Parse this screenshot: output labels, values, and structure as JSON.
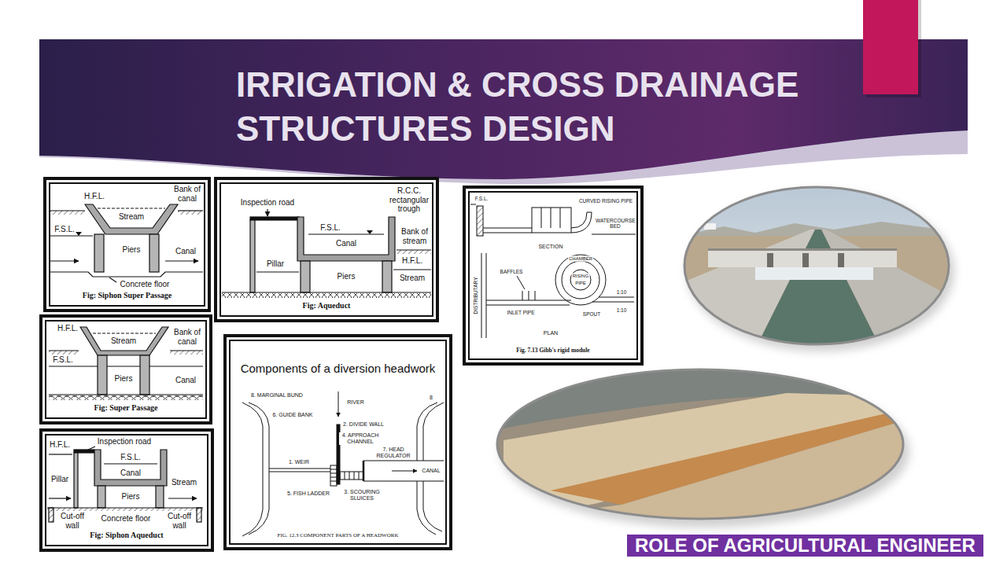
{
  "diagram": {
    "title": "IRRIGATION & CROSS DRAINAGE STRUCTURES DESIGN",
    "nodes": [
      {
        "text": [
          "Fig: Siphon Super Passage"
        ]
      },
      {
        "text": [
          "Fig: Aqueduct"
        ]
      },
      {
        "text": [
          "Fig. 7.13 Gibb's rigid module"
        ]
      },
      {
        "text": [
          "Fig: Super Passage"
        ]
      },
      {
        "text": [
          "Components of a diversion headwork",
          "FIG. 12.3 COMPONENT PARTS OF A HEADWORK"
        ]
      },
      {
        "text": [
          "Fig: Siphon Aqueduct"
        ]
      },
      {
        "text": [
          "ROLE OF AGRICULTURAL ENGINEER"
        ]
      }
    ],
    "labels": [
      "H.F.L.",
      "Stream",
      "Bank of canal",
      "F.S.L.",
      "Piers",
      "Canal",
      "Concrete floor",
      "Inspection road",
      "R.C.C. rectangular trough",
      "F.S.L.",
      "Canal",
      "Bank of stream",
      "Pillar",
      "H.F.L.",
      "Piers",
      "Stream",
      "F.S.L.",
      "CURVED RISING PIPE",
      "WATERCOURSE BED",
      "SECTION",
      "BAFFLES",
      "CHAMBER",
      "RISING",
      "PIPE",
      "DISTRIBUTARY",
      "INLET PIPE",
      "SPOUT",
      "1:10",
      "1:10",
      "PLAN",
      "H.F.L.",
      "Stream",
      "Bank of canal",
      "F.S.L.",
      "Piers",
      "Canal",
      "8. MARGINAL BUND",
      "RIVER",
      "8",
      "6. GUIDE BANK",
      "2. DIVIDE WALL",
      "4. APPROACH CHANNEL",
      "7. HEAD REGULATOR",
      "CANAL",
      "1. WEIR",
      "5. FISH LADDER",
      "3. SCOURING SLUICES",
      "Inspection road",
      "H.F.L.",
      "F.S.L.",
      "Canal",
      "Pillar",
      "Piers",
      "Stream",
      "Cut-off wall",
      "Concrete floor",
      "Cut-off wall"
    ]
  }
}
